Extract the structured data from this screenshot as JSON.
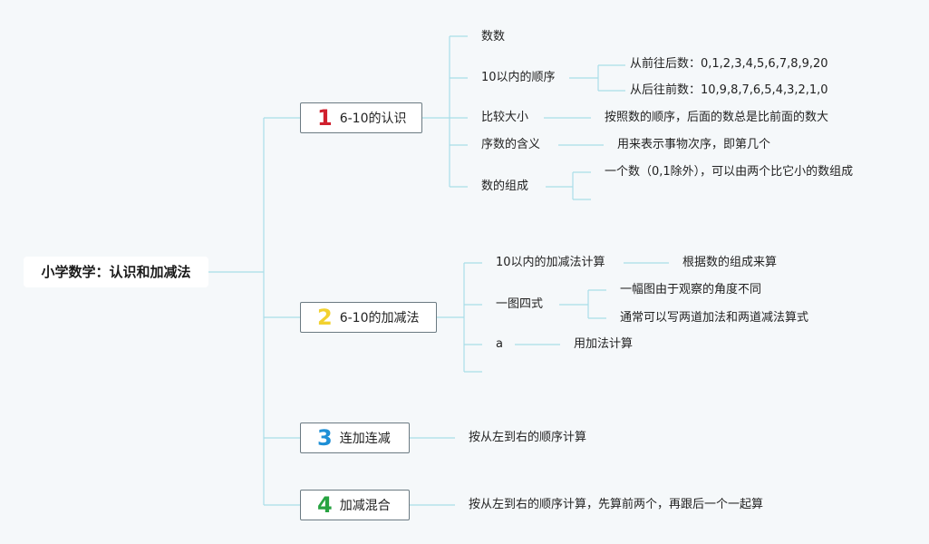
{
  "root": "小学数学：认识和加减法",
  "colors": {
    "line": "#a9dde8",
    "n1": "#d0202e",
    "n2": "#f2d12f",
    "n3": "#1e8fd6",
    "n4": "#27a341"
  },
  "b1": {
    "num": "1",
    "label": "6-10的认识",
    "c1": "数数",
    "c2": "10以内的顺序",
    "c2a": "从前往后数：0,1,2,3,4,5,6,7,8,9,20",
    "c2b": "从后往前数：10,9,8,7,6,5,4,3,2,1,0",
    "c3": "比较大小",
    "c3a": "按照数的顺序，后面的数总是比前面的数大",
    "c4": "序数的含义",
    "c4a": "用来表示事物次序，即第几个",
    "c5": "数的组成",
    "c5a": "一个数（0,1除外），可以由两个比它小的数组成"
  },
  "b2": {
    "num": "2",
    "label": "6-10的加减法",
    "c1": "10以内的加减法计算",
    "c1a": "根据数的组成来算",
    "c2": "一图四式",
    "c2a": "一幅图由于观察的角度不同",
    "c2b": "通常可以写两道加法和两道减法算式",
    "c3": "a",
    "c3a": "用加法计算"
  },
  "b3": {
    "num": "3",
    "label": "连加连减",
    "c1": "按从左到右的顺序计算"
  },
  "b4": {
    "num": "4",
    "label": "加减混合",
    "c1": "按从左到右的顺序计算，先算前两个，再跟后一个一起算"
  }
}
